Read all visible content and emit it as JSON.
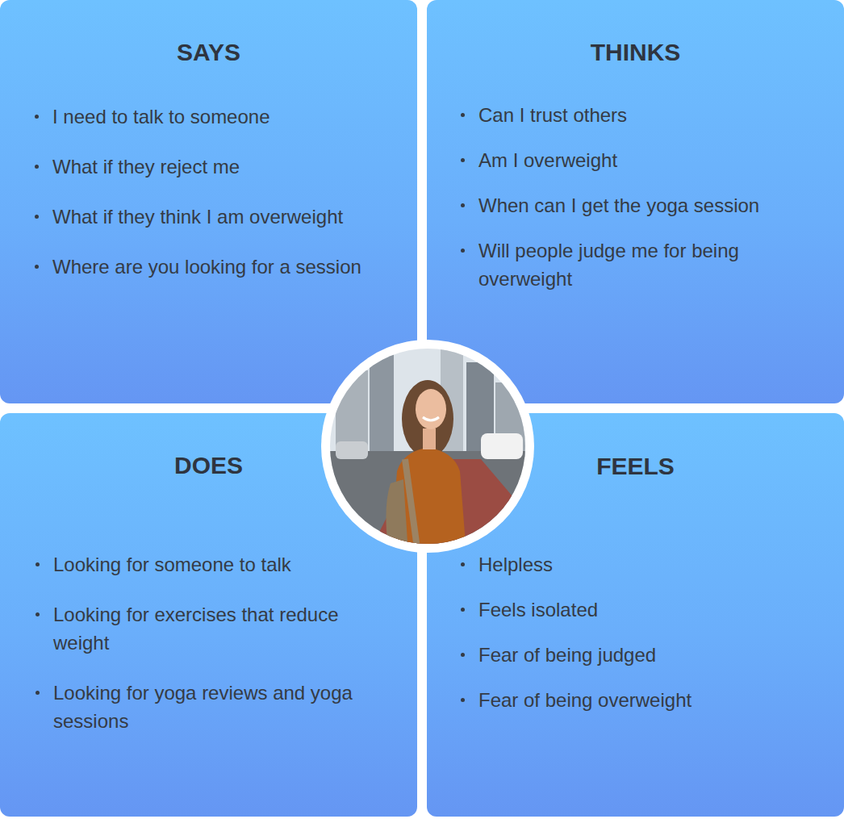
{
  "diagram": {
    "nodes": [
      {
        "text": [
          "SAYS",
          "I need to talk to someone",
          "What if they reject me",
          "What if they think I am overweight",
          "Where are you looking for a session"
        ]
      },
      {
        "text": [
          "THINKS",
          "Can I trust others",
          "Am I overweight",
          "When can I get the yoga session",
          "Will people judge me for being overweight"
        ]
      },
      {
        "text": [
          "DOES",
          "Looking for someone to talk",
          "Looking for exercises that reduce weight",
          "Looking for yoga reviews and yoga sessions"
        ]
      },
      {
        "text": [
          "FEELS",
          "Helpless",
          "Feels isolated",
          "Fear of being judged",
          "Fear of being overweight"
        ]
      }
    ]
  }
}
